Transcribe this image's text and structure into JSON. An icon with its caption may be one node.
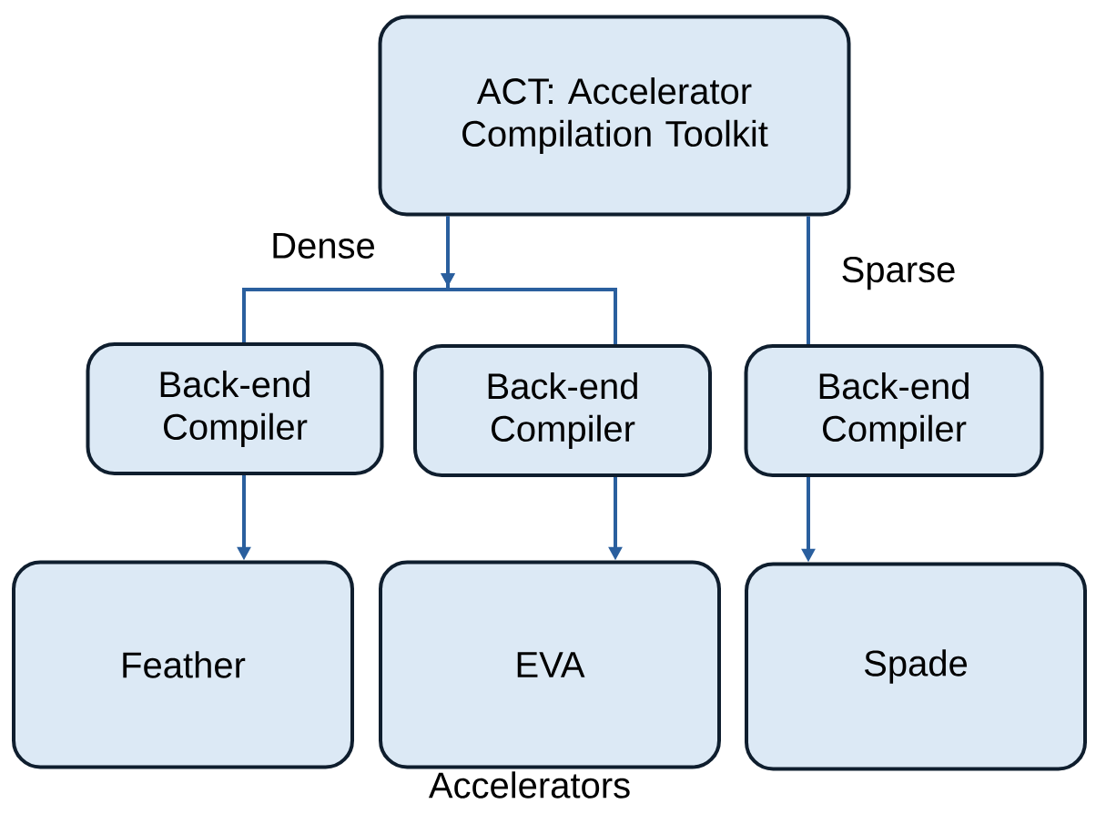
{
  "diagram": {
    "nodes": [
      {
        "text": [
          "ACT: Accelerator Compilation Toolkit"
        ]
      },
      {
        "text": [
          "Back-end Compiler"
        ]
      },
      {
        "text": [
          "Back-end Compiler"
        ]
      },
      {
        "text": [
          "Back-end Compiler"
        ]
      },
      {
        "text": [
          "Feather"
        ]
      },
      {
        "text": [
          "EVA"
        ]
      },
      {
        "text": [
          "Spade"
        ]
      }
    ],
    "edges": [
      {
        "from": 0,
        "to": 1,
        "arrow": "to",
        "label": "Dense"
      },
      {
        "from": 0,
        "to": 2,
        "arrow": "to"
      },
      {
        "from": 0,
        "to": 3,
        "arrow": "none",
        "label": "Sparse"
      },
      {
        "from": 1,
        "to": 4,
        "arrow": "to"
      },
      {
        "from": 2,
        "to": 5,
        "arrow": "to"
      },
      {
        "from": 3,
        "to": 6,
        "arrow": "to"
      }
    ],
    "labels": [
      "Accelerators"
    ]
  }
}
